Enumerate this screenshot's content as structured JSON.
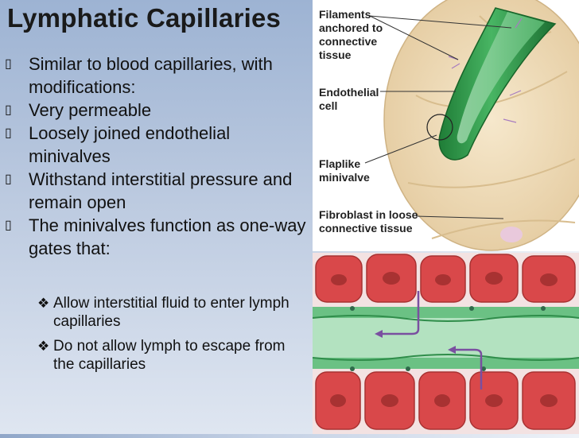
{
  "title": "Lymphatic Capillaries",
  "bullets": [
    {
      "mark": "▯",
      "text": "Similar to blood capillaries, with modifications:"
    },
    {
      "mark": "▯",
      "text": "Very permeable"
    },
    {
      "mark": "▯",
      "text": "Loosely joined endothelial minivalves"
    },
    {
      "mark": "▯",
      "text": "Withstand interstitial pressure and remain open"
    },
    {
      "mark": "▯",
      "text": "The minivalves function as one-way gates that:"
    }
  ],
  "subbullets": [
    {
      "mark": "❖",
      "text": "Allow interstitial fluid to enter lymph capillaries"
    },
    {
      "mark": "❖",
      "text": "Do not allow lymph to escape from the capillaries"
    }
  ],
  "figure": {
    "label_filaments_1": "Filaments",
    "label_filaments_2": "anchored to",
    "label_filaments_3": "connective",
    "label_filaments_4": "tissue",
    "label_endo_1": "Endothelial",
    "label_endo_2": "cell",
    "label_flap_1": "Flaplike",
    "label_flap_2": "minivalve",
    "label_fibro_1": "Fibroblast in loose",
    "label_fibro_2": "connective tissue"
  },
  "colors": {
    "capillary_green": "#2f9e4a",
    "cell_red": "#d9484a",
    "tissue_beige": "#efdcbb",
    "arrow_purple": "#7a4fa0"
  }
}
